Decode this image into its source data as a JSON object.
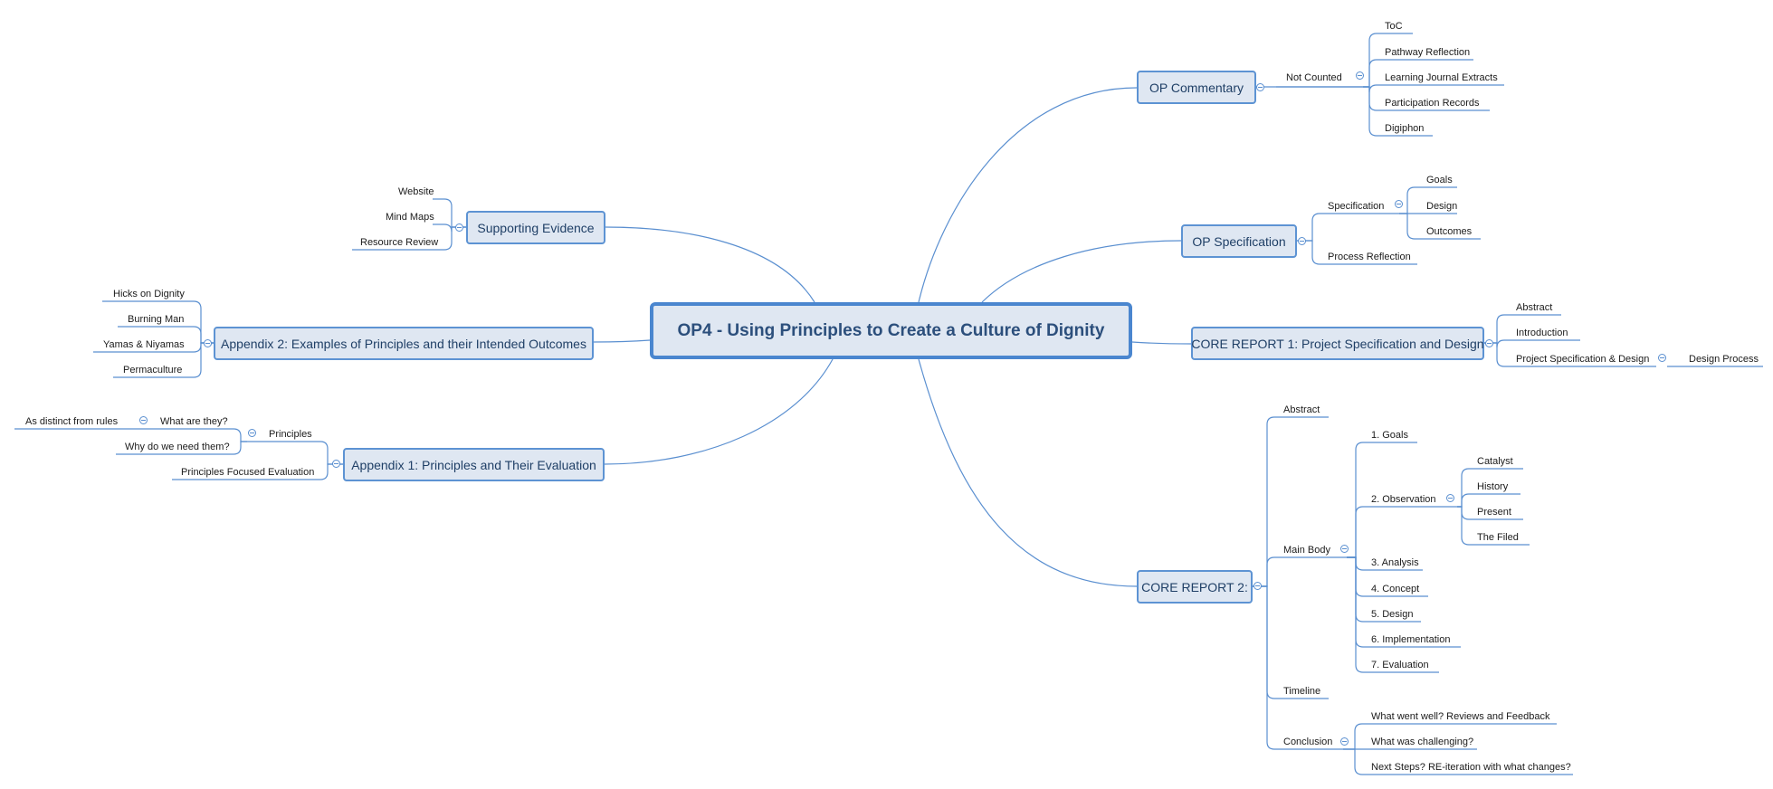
{
  "central": {
    "title": "OP4 - Using Principles to Create a Culture of Dignity"
  },
  "topics": {
    "op_commentary": "OP Commentary",
    "not_counted": "Not Counted",
    "toc": "ToC",
    "pathway_reflection": "Pathway Reflection",
    "learning_journal_extracts": "Learning Journal Extracts",
    "participation_records": "Participation Records",
    "digiphon": "Digiphon",
    "op_specification": "OP Specification",
    "specification": "Specification",
    "goals": "Goals",
    "design": "Design",
    "outcomes": "Outcomes",
    "process_reflection": "Process Reflection",
    "core1": "CORE REPORT 1:  Project Specification and Design",
    "abstract": "Abstract",
    "introduction": "Introduction",
    "project_spec_design": "Project Specification & Design",
    "design_process": "Design Process",
    "core2": "CORE REPORT 2:",
    "abstract2": "Abstract",
    "main_body": "Main Body",
    "goals_1": "1. Goals",
    "observation_2": "2. Observation",
    "catalyst": "Catalyst",
    "history": "History",
    "present": "Present",
    "the_filed": "The Filed",
    "analysis_3": "3. Analysis",
    "concept_4": "4. Concept",
    "design_5": "5. Design",
    "implementation_6": "6. Implementation",
    "evaluation_7": "7. Evaluation",
    "timeline": "Timeline",
    "conclusion": "Conclusion",
    "went_well": "What went well?  Reviews and Feedback",
    "challenging": "What was challenging?",
    "next_steps": "Next Steps?  RE-iteration with what changes?",
    "supporting_evidence": "Supporting Evidence",
    "website": "Website",
    "mind_maps": "Mind Maps",
    "resource_review": "Resource Review",
    "appendix2": "Appendix 2:  Examples of Principles and their Intended Outcomes",
    "hicks": "Hicks on Dignity",
    "burning_man": "Burning Man",
    "yamas": "Yamas & Niyamas",
    "permaculture": "Permaculture",
    "appendix1": "Appendix 1:  Principles and Their Evaluation",
    "principles": "Principles",
    "what_are_they": "What are they?",
    "distinct_rules": "As distinct from rules",
    "why_need": "Why do we need them?",
    "pfe": "Principles Focused Evaluation"
  },
  "colors": {
    "line": "#5a8fd0",
    "topic_fill": "#dfe7f2",
    "topic_border": "#5d93d3",
    "central_text": "#2c4f7c"
  }
}
